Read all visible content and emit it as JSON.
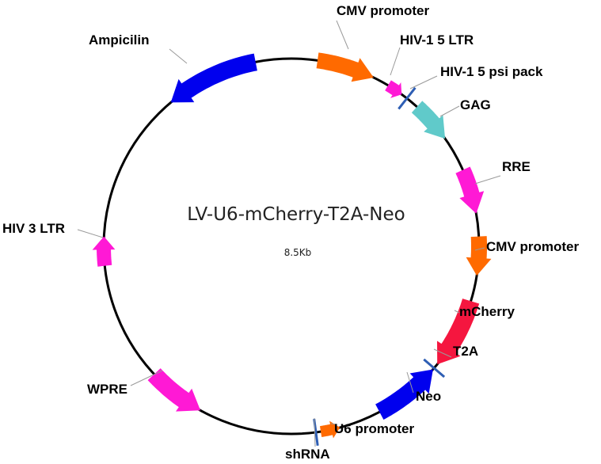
{
  "plasmid": {
    "name": "LV-U6-mCherry-T2A-Neo",
    "size": "8.5Kb"
  },
  "features": [
    {
      "id": "cmv-promoter-1",
      "label": "CMV promoter",
      "color": "#FF6A00"
    },
    {
      "id": "hiv1-5-ltr",
      "label": "HIV-1 5 LTR",
      "color": "#FF19D5"
    },
    {
      "id": "hiv1-5-psi-pack",
      "label": "HIV-1 5 psi pack",
      "color": "#2E5EB4"
    },
    {
      "id": "gag",
      "label": "GAG",
      "color": "#60CACA"
    },
    {
      "id": "rre",
      "label": "RRE",
      "color": "#FF19D5"
    },
    {
      "id": "cmv-promoter-2",
      "label": "CMV promoter",
      "color": "#FF6A00"
    },
    {
      "id": "mcherry",
      "label": "mCherry",
      "color": "#F5163F"
    },
    {
      "id": "t2a",
      "label": "T2A",
      "color": "#2E5EB4"
    },
    {
      "id": "neo",
      "label": "Neo",
      "color": "#0000EE"
    },
    {
      "id": "u6-promoter",
      "label": "U6 promoter",
      "color": "#FF6A00"
    },
    {
      "id": "shrna",
      "label": "shRNA",
      "color": "#2E5EB4"
    },
    {
      "id": "wpre",
      "label": "WPRE",
      "color": "#FF19D5"
    },
    {
      "id": "hiv-3-ltr",
      "label": "HIV 3 LTR",
      "color": "#FF19D5"
    },
    {
      "id": "ampicilin",
      "label": "Ampicilin",
      "color": "#0000EE"
    }
  ]
}
